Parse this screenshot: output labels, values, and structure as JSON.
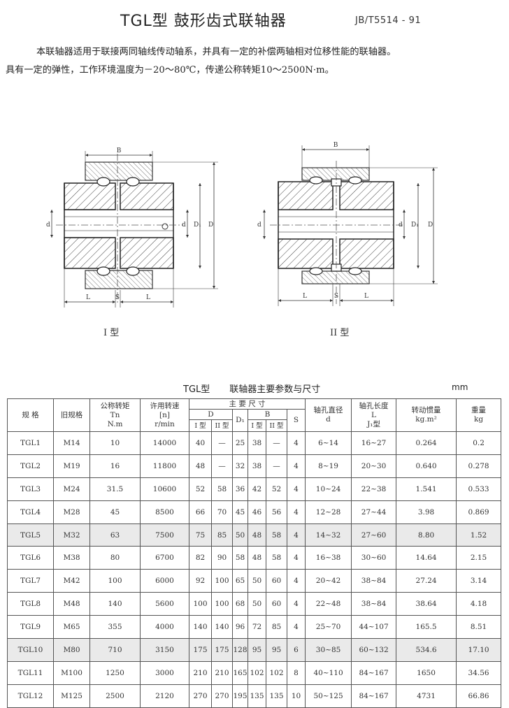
{
  "header": {
    "title": "TGL型  鼓形齿式联轴器",
    "standard": "JB/T5514 - 91"
  },
  "intro": {
    "line1": "本联轴器适用于联接两同轴线传动轴系，并具有一定的补偿两轴相对位移性能的联轴器。",
    "line2": "具有一定的弹性，工作环境温度为－20～80℃，传递公称转矩10～2500N·m。"
  },
  "drawings": {
    "type1": {
      "caption": "I 型",
      "dims": {
        "B": "B",
        "d_left": "d",
        "d_right": "d",
        "D1": "D₁",
        "D": "D",
        "L_left": "L",
        "S": "S",
        "L_right": "L"
      }
    },
    "type2": {
      "caption": "II 型",
      "dims": {
        "B": "B",
        "d_left": "d",
        "d_right": "d",
        "D1": "D₁",
        "D": "D",
        "L_left": "L",
        "S": "S",
        "L_right": "L"
      }
    }
  },
  "table": {
    "title_left": "TGL型",
    "title_right": "联轴器主要参数与尺寸",
    "unit": "mm",
    "headers": {
      "spec": "规 格",
      "old_spec": "旧规格",
      "torque": [
        "公称转矩",
        "Tn",
        "N.m"
      ],
      "speed": [
        "许用转速",
        "[n]",
        "r/min"
      ],
      "main_dims": "主  要  尺  寸",
      "D": "D",
      "D_I": "I 型",
      "D_II": "II 型",
      "D1": "D₁",
      "B": "B",
      "B_I": "I 型",
      "B_II": "II 型",
      "S": "S",
      "bore": [
        "轴孔直径",
        "d"
      ],
      "length": [
        "轴孔长度",
        "L",
        "J₁型"
      ],
      "inertia": [
        "转动惯量",
        "kg.m²"
      ],
      "weight": [
        "重量",
        "kg"
      ]
    },
    "rows": [
      {
        "spec": "TGL1",
        "old": "M14",
        "tn": "10",
        "n": "14000",
        "d1": "40",
        "d2": "—",
        "D1": "25",
        "b1": "38",
        "b2": "—",
        "s": "4",
        "bore": "6~14",
        "len": "16~27",
        "inertia": "0.264",
        "weight": "0.2"
      },
      {
        "spec": "TGL2",
        "old": "M19",
        "tn": "16",
        "n": "11800",
        "d1": "48",
        "d2": "—",
        "D1": "32",
        "b1": "38",
        "b2": "—",
        "s": "4",
        "bore": "8~19",
        "len": "20~30",
        "inertia": "0.640",
        "weight": "0.278"
      },
      {
        "spec": "TGL3",
        "old": "M24",
        "tn": "31.5",
        "n": "10600",
        "d1": "52",
        "d2": "58",
        "D1": "36",
        "b1": "42",
        "b2": "52",
        "s": "4",
        "bore": "10~24",
        "len": "22~38",
        "inertia": "1.541",
        "weight": "0.533"
      },
      {
        "spec": "TGL4",
        "old": "M28",
        "tn": "45",
        "n": "8500",
        "d1": "66",
        "d2": "70",
        "D1": "45",
        "b1": "46",
        "b2": "56",
        "s": "4",
        "bore": "12~28",
        "len": "27~44",
        "inertia": "3.98",
        "weight": "0.869"
      },
      {
        "spec": "TGL5",
        "old": "M32",
        "tn": "63",
        "n": "7500",
        "d1": "75",
        "d2": "85",
        "D1": "50",
        "b1": "48",
        "b2": "58",
        "s": "4",
        "bore": "14~32",
        "len": "27~60",
        "inertia": "8.80",
        "weight": "1.52"
      },
      {
        "spec": "TGL6",
        "old": "M38",
        "tn": "80",
        "n": "6700",
        "d1": "82",
        "d2": "90",
        "D1": "58",
        "b1": "48",
        "b2": "58",
        "s": "4",
        "bore": "16~38",
        "len": "30~60",
        "inertia": "14.64",
        "weight": "2.15"
      },
      {
        "spec": "TGL7",
        "old": "M42",
        "tn": "100",
        "n": "6000",
        "d1": "92",
        "d2": "100",
        "D1": "65",
        "b1": "50",
        "b2": "60",
        "s": "4",
        "bore": "20~42",
        "len": "38~84",
        "inertia": "27.24",
        "weight": "3.14"
      },
      {
        "spec": "TGL8",
        "old": "M48",
        "tn": "140",
        "n": "5600",
        "d1": "100",
        "d2": "100",
        "D1": "68",
        "b1": "50",
        "b2": "60",
        "s": "4",
        "bore": "22~48",
        "len": "38~84",
        "inertia": "38.64",
        "weight": "4.18"
      },
      {
        "spec": "TGL9",
        "old": "M65",
        "tn": "355",
        "n": "4000",
        "d1": "140",
        "d2": "140",
        "D1": "96",
        "b1": "72",
        "b2": "85",
        "s": "4",
        "bore": "25~70",
        "len": "44~107",
        "inertia": "165.5",
        "weight": "8.51"
      },
      {
        "spec": "TGL10",
        "old": "M80",
        "tn": "710",
        "n": "3150",
        "d1": "175",
        "d2": "175",
        "D1": "128",
        "b1": "95",
        "b2": "95",
        "s": "6",
        "bore": "30~85",
        "len": "60~132",
        "inertia": "534.6",
        "weight": "17.10"
      },
      {
        "spec": "TGL11",
        "old": "M100",
        "tn": "1250",
        "n": "3000",
        "d1": "210",
        "d2": "210",
        "D1": "165",
        "b1": "102",
        "b2": "102",
        "s": "8",
        "bore": "40~110",
        "len": "84~167",
        "inertia": "1650",
        "weight": "34.56"
      },
      {
        "spec": "TGL12",
        "old": "M125",
        "tn": "2500",
        "n": "2120",
        "d1": "270",
        "d2": "270",
        "D1": "195",
        "b1": "135",
        "b2": "135",
        "s": "10",
        "bore": "50~125",
        "len": "84~167",
        "inertia": "4731",
        "weight": "66.86"
      }
    ]
  }
}
